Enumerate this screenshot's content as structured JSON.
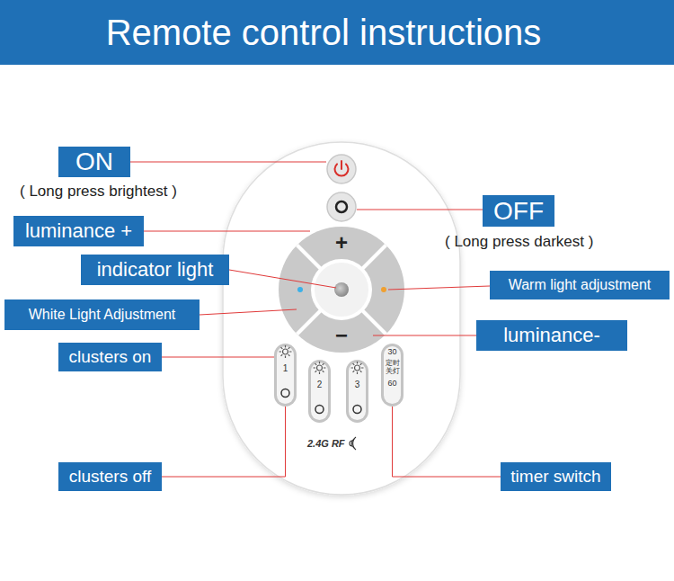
{
  "diagram": {
    "title": "Remote control instructions",
    "nodes": [
      {
        "text": [
          "ON",
          "( Long press brightest )"
        ]
      },
      {
        "text": [
          "OFF",
          "( Long press darkest )"
        ]
      },
      {
        "text": [
          "luminance +"
        ]
      },
      {
        "text": [
          "+"
        ]
      },
      {
        "text": [
          "indicator light"
        ]
      },
      {
        "text": [
          "Warm light adjustment"
        ]
      },
      {
        "text": [
          "White Light Adjustment"
        ]
      },
      {
        "text": [
          "luminance-"
        ]
      },
      {
        "text": [
          "−"
        ]
      },
      {
        "text": [
          "clusters on"
        ]
      },
      {
        "text": [
          "1"
        ]
      },
      {
        "text": [
          "2"
        ]
      },
      {
        "text": [
          "3"
        ]
      },
      {
        "text": [
          "30",
          "定时 关灯",
          "60"
        ]
      },
      {
        "text": [
          "clusters off"
        ]
      },
      {
        "text": [
          "timer switch"
        ]
      }
    ],
    "edges": [
      {
        "from": 2,
        "to": 3,
        "arrow": "none"
      },
      {
        "from": 7,
        "to": 8,
        "arrow": "none"
      },
      {
        "from": 9,
        "to": 10,
        "arrow": "none"
      },
      {
        "from": 14,
        "to": 10,
        "arrow": "none"
      },
      {
        "from": 15,
        "to": 13,
        "arrow": "none"
      }
    ],
    "labels": [
      "2.4G RF"
    ]
  }
}
